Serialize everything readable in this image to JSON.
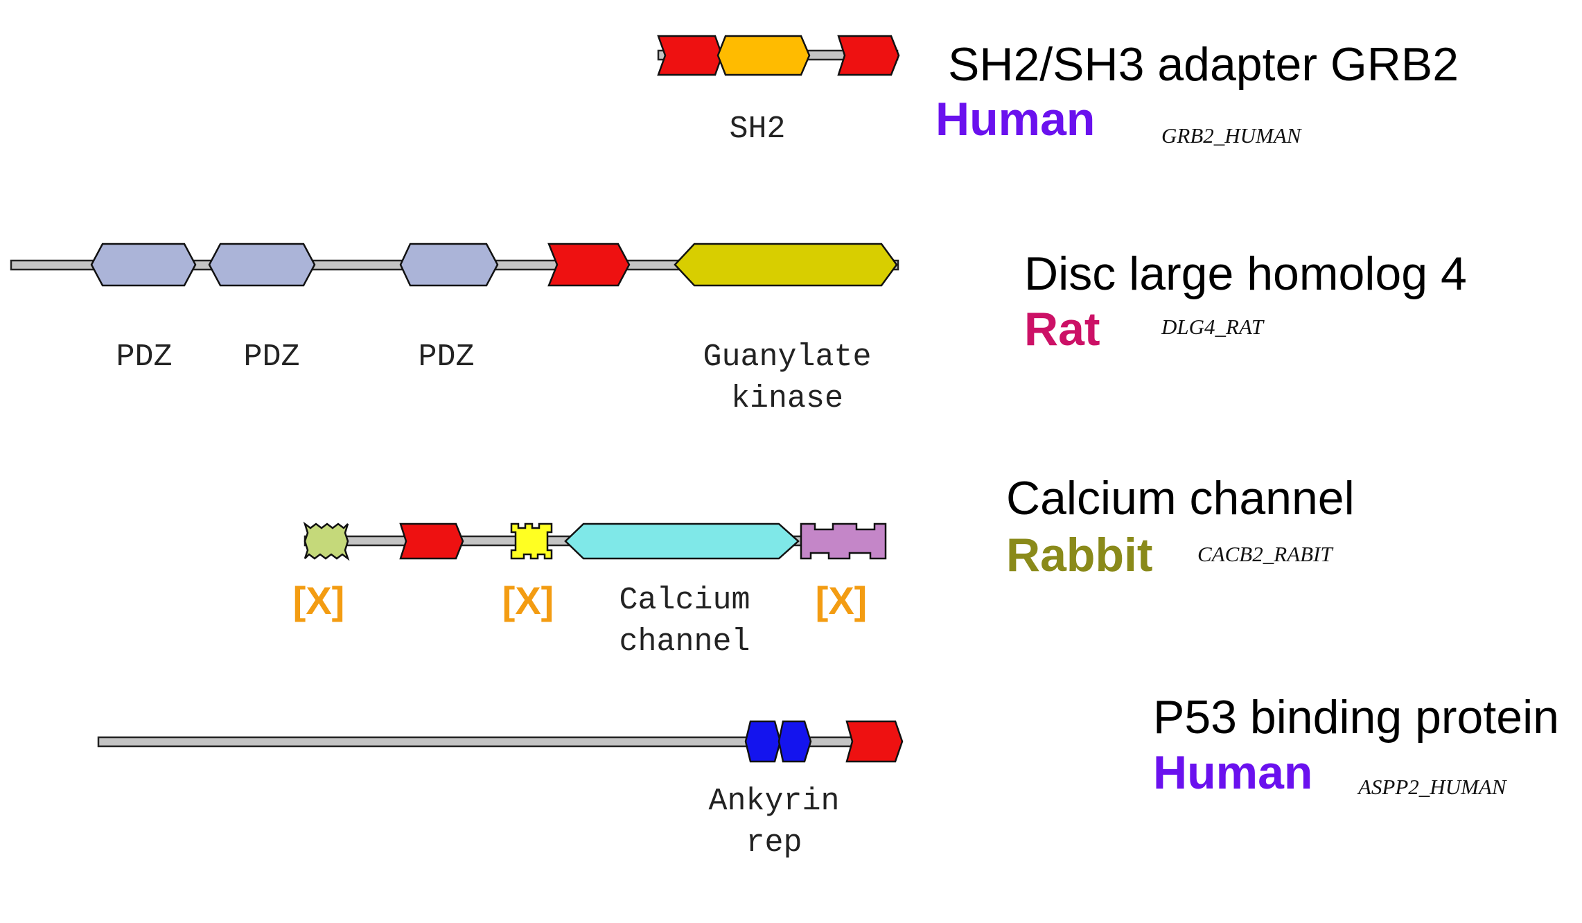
{
  "colors": {
    "backbone": "#c4c4c4",
    "sh2": "#ee1111",
    "sh3": "#ffbb00",
    "pdz": "#abb4d8",
    "guk": "#d8ce00",
    "lowcomplex": "#c5d97a",
    "unknown_yellow": "#ffff22",
    "calcium": "#7fe8e8",
    "purple_x": "#c486c8",
    "ankyrin": "#1414ee",
    "human": "#6a11ee",
    "rat": "#cc1166",
    "rabbit": "#8a8a1a",
    "xmark": "#f39c12"
  },
  "proteins": [
    {
      "id": "grb2",
      "title": "SH2/SH3 adapter GRB2",
      "species": "Human",
      "species_color": "#6a11ee",
      "accession": "GRB2_HUMAN",
      "domain_labels": [
        "SH2"
      ]
    },
    {
      "id": "dlg4",
      "title": "Disc large homolog 4",
      "species": "Rat",
      "species_color": "#cc1166",
      "accession": "DLG4_RAT",
      "domain_labels": [
        "PDZ",
        "PDZ",
        "PDZ",
        "Guanylate",
        "kinase"
      ]
    },
    {
      "id": "cacb2",
      "title": "Calcium channel",
      "species": "Rabbit",
      "species_color": "#8a8a1a",
      "accession": "CACB2_RABIT",
      "domain_labels": [
        "[X]",
        "[X]",
        "Calcium",
        "channel",
        "[X]"
      ]
    },
    {
      "id": "aspp2",
      "title": "P53 binding protein",
      "species": "Human",
      "species_color": "#6a11ee",
      "accession": "ASPP2_HUMAN",
      "domain_labels": [
        "Ankyrin",
        "rep"
      ]
    }
  ]
}
